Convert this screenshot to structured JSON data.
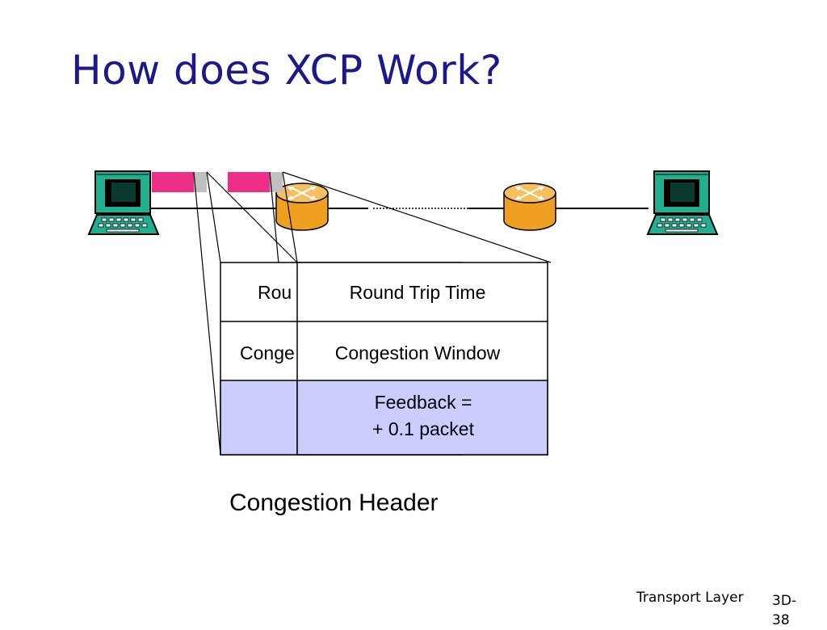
{
  "slide": {
    "title": "How does XCP Work?",
    "caption": "Congestion Header",
    "footer": "Transport Layer",
    "page_number": "3D-38"
  },
  "header_back": {
    "field1": "Rou",
    "field2": "Conge"
  },
  "header_front": {
    "field1": "Round Trip Time",
    "field2": "Congestion Window",
    "feedback_line1": "Feedback  =",
    "feedback_line2": "+ 0.1 packet"
  },
  "colors": {
    "title": "#1a1a8c",
    "packet": "#ee2f8a",
    "packet_tail": "#c0c0c0",
    "router": "#f0a020",
    "computer": "#20b090",
    "feedback_fill": "#ccccff"
  },
  "icons": [
    "sender-computer-icon",
    "router-icon",
    "router-icon",
    "receiver-computer-icon"
  ]
}
